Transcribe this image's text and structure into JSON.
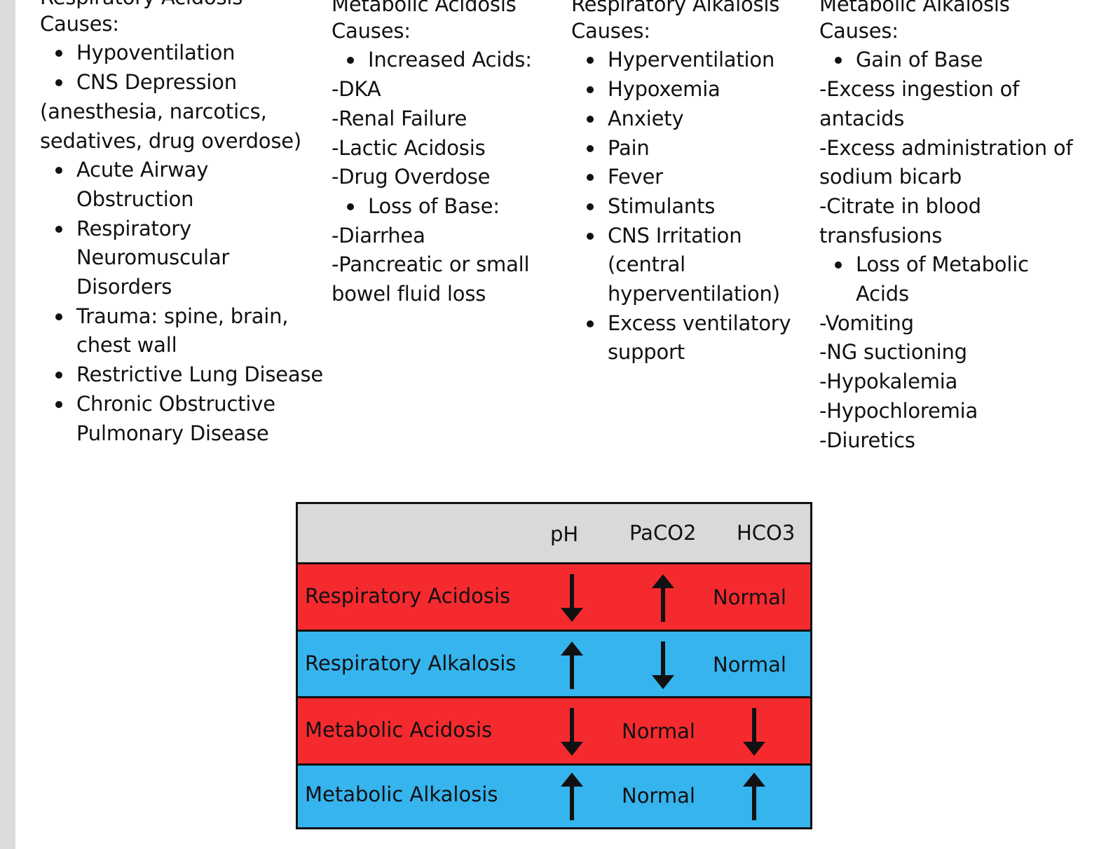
{
  "columns": [
    {
      "title": "Respiratory Acidosis",
      "causes_label": "Causes:",
      "items": [
        {
          "type": "bullet",
          "text": "Hypoventilation"
        },
        {
          "type": "bullet",
          "text": "CNS Depression"
        },
        {
          "type": "plain",
          "text": "(anesthesia, narcotics,"
        },
        {
          "type": "plain",
          "text": "sedatives, drug overdose)"
        },
        {
          "type": "bullet",
          "lines": [
            "Acute Airway",
            "Obstruction"
          ]
        },
        {
          "type": "bullet",
          "lines": [
            "Respiratory",
            "Neuromuscular",
            "Disorders"
          ]
        },
        {
          "type": "bullet",
          "lines": [
            "Trauma: spine, brain,",
            "chest wall"
          ]
        },
        {
          "type": "bullet",
          "text": "Restrictive Lung Disease"
        },
        {
          "type": "bullet",
          "lines": [
            "Chronic Obstructive",
            "Pulmonary Disease"
          ]
        }
      ]
    },
    {
      "title": "Metabolic Acidosis",
      "causes_label": "Causes:",
      "items": [
        {
          "type": "bullet",
          "text": "Increased Acids:"
        },
        {
          "type": "plain",
          "text": "-DKA"
        },
        {
          "type": "plain",
          "text": "-Renal Failure"
        },
        {
          "type": "plain",
          "text": "-Lactic Acidosis"
        },
        {
          "type": "plain",
          "text": "-Drug Overdose"
        },
        {
          "type": "bullet",
          "text": "Loss of Base:"
        },
        {
          "type": "plain",
          "text": "-Diarrhea"
        },
        {
          "type": "plain",
          "text": "-Pancreatic or small"
        },
        {
          "type": "plain",
          "text": "bowel fluid loss"
        }
      ]
    },
    {
      "title": "Respiratory Alkalosis",
      "causes_label": "Causes:",
      "items": [
        {
          "type": "bullet",
          "text": "Hyperventilation"
        },
        {
          "type": "bullet",
          "text": "Hypoxemia"
        },
        {
          "type": "bullet",
          "text": "Anxiety"
        },
        {
          "type": "bullet",
          "text": "Pain"
        },
        {
          "type": "bullet",
          "text": "Fever"
        },
        {
          "type": "bullet",
          "text": "Stimulants"
        },
        {
          "type": "bullet",
          "lines": [
            "CNS Irritation",
            "(central",
            "hyperventilation)"
          ]
        },
        {
          "type": "bullet",
          "lines": [
            "Excess ventilatory",
            "support"
          ]
        }
      ]
    },
    {
      "title": "Metabolic Alkalosis",
      "causes_label": "Causes:",
      "items": [
        {
          "type": "bullet",
          "text": "Gain of Base"
        },
        {
          "type": "plain",
          "text": "-Excess ingestion of"
        },
        {
          "type": "plain",
          "text": "antacids"
        },
        {
          "type": "plain",
          "text": "-Excess administration of"
        },
        {
          "type": "plain",
          "text": "sodium bicarb"
        },
        {
          "type": "plain",
          "text": "-Citrate in blood"
        },
        {
          "type": "plain",
          "text": "transfusions"
        },
        {
          "type": "bullet",
          "lines": [
            "Loss of Metabolic",
            "Acids"
          ]
        },
        {
          "type": "plain",
          "text": "-Vomiting"
        },
        {
          "type": "plain",
          "text": "-NG suctioning"
        },
        {
          "type": "plain",
          "text": "-Hypokalemia"
        },
        {
          "type": "plain",
          "text": "-Hypochloremia"
        },
        {
          "type": "plain",
          "text": "-Diuretics"
        }
      ]
    }
  ],
  "table": {
    "headers": [
      "pH",
      "PaCO2",
      "HCO3"
    ],
    "rows": [
      {
        "label": "Respiratory Acidosis",
        "ph": "down",
        "paco2": "up",
        "hco3": "Normal",
        "color": "#f52a2f"
      },
      {
        "label": "Respiratory Alkalosis",
        "ph": "up",
        "paco2": "down",
        "hco3": "Normal",
        "color": "#36b4ee"
      },
      {
        "label": "Metabolic Acidosis",
        "ph": "down",
        "paco2": "Normal",
        "hco3": "down",
        "color": "#f52a2f"
      },
      {
        "label": "Metabolic Alkalosis",
        "ph": "up",
        "paco2": "Normal",
        "hco3": "up",
        "color": "#36b4ee"
      }
    ]
  }
}
